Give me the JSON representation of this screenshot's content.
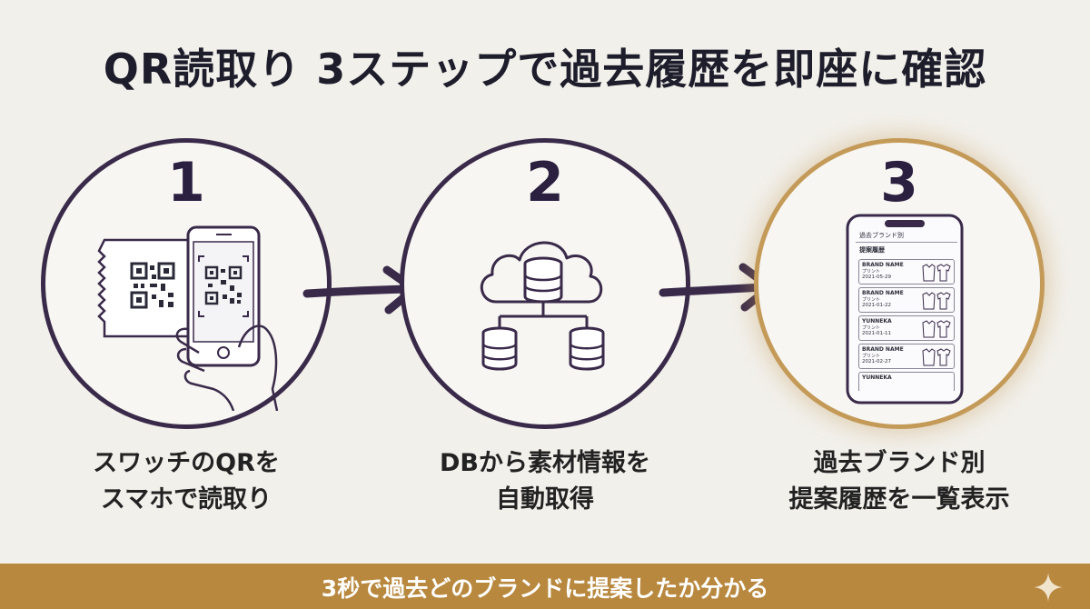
{
  "title": "QR読取り 3ステップで過去履歴を即座に確認",
  "steps": [
    {
      "number": "1",
      "caption_line1": "スワッチのQRを",
      "caption_line2": "スマホで読取り"
    },
    {
      "number": "2",
      "caption_line1": "DBから素材情報を",
      "caption_line2": "自動取得"
    },
    {
      "number": "3",
      "caption_line1": "過去ブランド別",
      "caption_line2": "提案履歴を一覧表示"
    }
  ],
  "phone_screen": {
    "header": "過去ブランド別",
    "subheader": "提案履歴",
    "entries": [
      {
        "brand": "BRAND NAME",
        "type": "プリント",
        "date": "2021-05-29"
      },
      {
        "brand": "BRAND NAME",
        "type": "プリント",
        "date": "2021-01-22"
      },
      {
        "brand": "YUNNEKA",
        "type": "プリント",
        "date": "2021-01-11"
      },
      {
        "brand": "BRAND NAME",
        "type": "プリント",
        "date": "2021-02-27"
      },
      {
        "brand": "YUNNEKA",
        "type": "",
        "date": ""
      }
    ]
  },
  "footer": {
    "text": "3秒で過去どのブランドに提案したか分かる"
  },
  "colors": {
    "accent": "#b8883f",
    "outline": "#3a2a4a",
    "background": "#f2f0eb"
  }
}
